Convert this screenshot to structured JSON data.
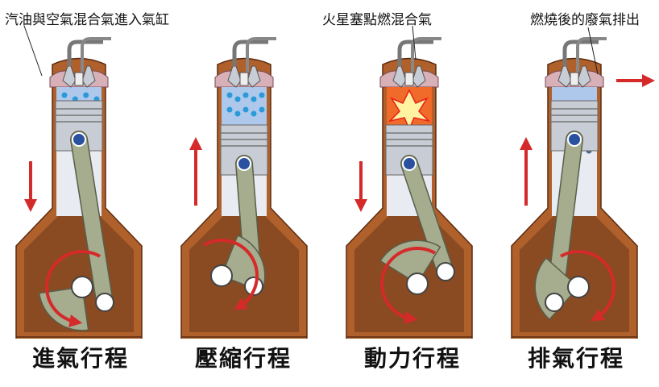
{
  "annotations": {
    "intake": "汽油與空氣混合氣進入氣缸",
    "spark": "火星塞點燃混合氣",
    "exhaust": "燃燒後的廢氣排出"
  },
  "strokes": [
    {
      "label": "進氣行程",
      "piston": "down"
    },
    {
      "label": "壓縮行程",
      "piston": "up"
    },
    {
      "label": "動力行程",
      "piston": "down"
    },
    {
      "label": "排氣行程",
      "piston": "up"
    }
  ],
  "colors": {
    "housing": "#b0602a",
    "crankcase": "#8a4a22",
    "cylinder_fill": "#aec8ec",
    "droplet": "#2a9ad8",
    "exhaust_dot": "#4a6a8a",
    "arrow": "#d42a2a",
    "metal": "#c8ccd4",
    "rod": "#a6ac8e",
    "valve_seat": "#d8b0b8"
  }
}
